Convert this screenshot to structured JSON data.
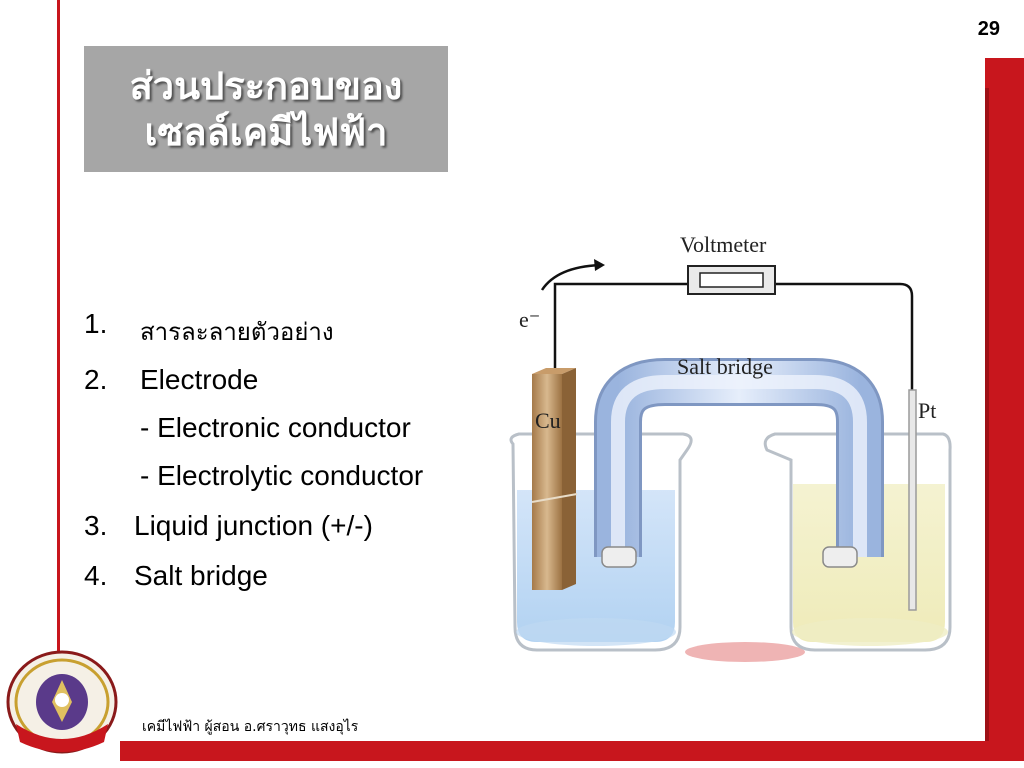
{
  "slide_number": "29",
  "title": {
    "line1": "ส่วนประกอบของ",
    "line2": "เซลล์เคมีไฟฟ้า"
  },
  "list": [
    {
      "num": "1.",
      "text": "สารละลายตัวอย่าง"
    },
    {
      "num": "2.",
      "text": "Electrode"
    },
    {
      "num": "",
      "text": "-  Electronic conductor"
    },
    {
      "num": "",
      "text": "-  Electrolytic conductor"
    },
    {
      "num": "3.",
      "text": "Liquid junction (+/-)"
    },
    {
      "num": "4.",
      "text": "Salt bridge"
    }
  ],
  "diagram": {
    "voltmeter_label": "Voltmeter",
    "electron_label": "e⁻",
    "salt_bridge_label": "Salt bridge",
    "left_electrode_label": "Cu",
    "right_electrode_label": "Pt"
  },
  "footer": {
    "text": "เคมีไฟฟ้า ผู้สอน อ.ศราวุทธ แสงอุไร"
  },
  "colors": {
    "accent_red": "#c8161d",
    "title_box": "#a6a6a6"
  }
}
